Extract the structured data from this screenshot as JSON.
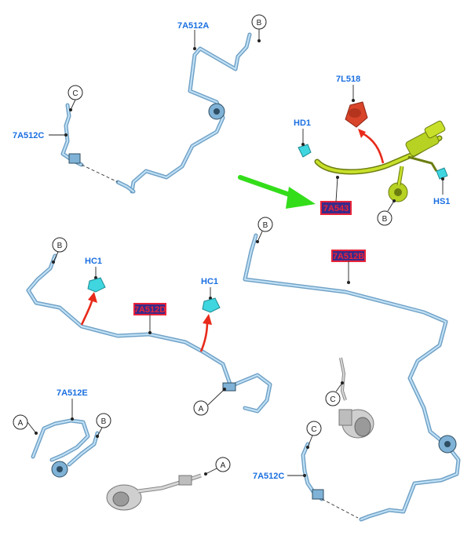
{
  "labels": {
    "top_hose_a": "7A512A",
    "top_hose_c": "7A512C",
    "reservoir": "7L518",
    "hd1": "HD1",
    "hs1": "HS1",
    "master_cyl": "7A543",
    "hc1_left": "HC1",
    "hc1_right": "HC1",
    "mid_hose_d": "7A512D",
    "right_hose_b": "7A512B",
    "bottom_hose_e": "7A512E",
    "bottom_hose_c": "7A512C"
  },
  "callouts": {
    "b_top": "B",
    "c_top": "C",
    "b_master": "B",
    "b_mid_left": "B",
    "b_right": "B",
    "a_mid": "A",
    "a_bottom_left": "A",
    "b_bottom_left": "B",
    "c_center": "C",
    "a_bottom": "A",
    "c_bottom_right": "C"
  },
  "colors": {
    "label_blue": "#1a6fe0",
    "highlight_box": "#e8243a",
    "highlight_fill": "#3a2a8a",
    "arrow_red": "#e82a1a",
    "arrow_green": "#33dd1a",
    "hose_outline": "#6e9fc4",
    "hose_fill": "#bfe0f5",
    "master_cylinder": "#a6c21a",
    "reservoir_cap": "#d9452a",
    "clip_cyan": "#3fd6e0"
  }
}
